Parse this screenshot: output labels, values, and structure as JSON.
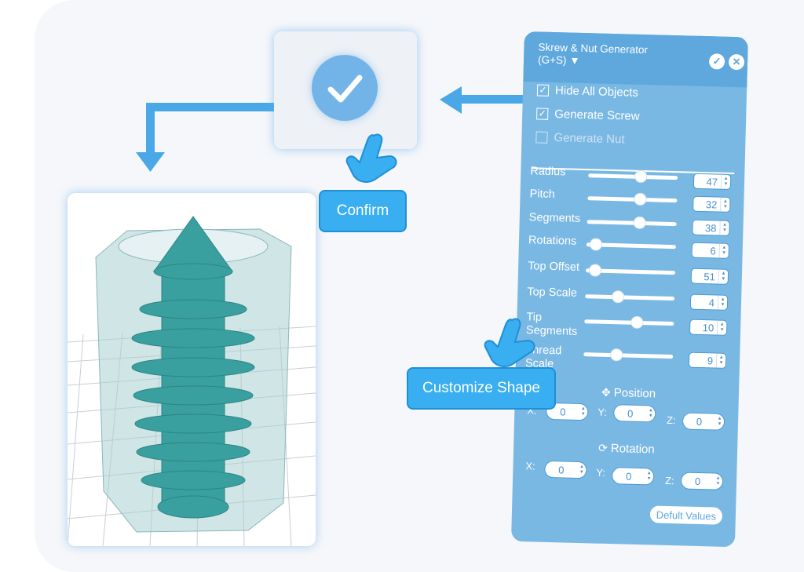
{
  "panel": {
    "title_line1": "Skrew & Nut Generator",
    "title_line2": "(G+S) ▼",
    "checkboxes": [
      {
        "label": "Hide All Objects",
        "checked": true,
        "enabled": true
      },
      {
        "label": "Generate Screw",
        "checked": true,
        "enabled": true
      },
      {
        "label": "Generate Nut",
        "checked": false,
        "enabled": false
      }
    ],
    "sliders": [
      {
        "label": "Radius",
        "value": "47",
        "level": 0.6
      },
      {
        "label": "Pitch",
        "value": "32",
        "level": 0.6
      },
      {
        "label": "Segments",
        "value": "38",
        "level": 0.6
      },
      {
        "label": "Rotations",
        "value": "6",
        "level": 0.05
      },
      {
        "label": "Top Offset",
        "value": "51",
        "level": 0.05
      },
      {
        "label": "Top Scale",
        "value": "4",
        "level": 0.35
      },
      {
        "label": "Tip Segments",
        "value": "10",
        "level": 0.6
      },
      {
        "label": "Thread Scale",
        "value": "9",
        "level": 0.35
      }
    ],
    "position": {
      "title": "Position",
      "x_label": "X:",
      "x": "0",
      "y_label": "Y:",
      "y": "0",
      "z_label": "Z:",
      "z": "0"
    },
    "rotation": {
      "title": "Rotation",
      "x_label": "X:",
      "x": "0",
      "y_label": "Y:",
      "y": "0",
      "z_label": "Z:",
      "z": "0"
    },
    "default_button": "Defult Values"
  },
  "callouts": {
    "confirm": "Confirm",
    "customize": "Customize Shape"
  },
  "colors": {
    "panel": "#7ab8e4",
    "panel_header": "#5ea8de",
    "callout": "#39aef0",
    "arrow": "#4aa8e6",
    "model": "#3aa0a0"
  }
}
